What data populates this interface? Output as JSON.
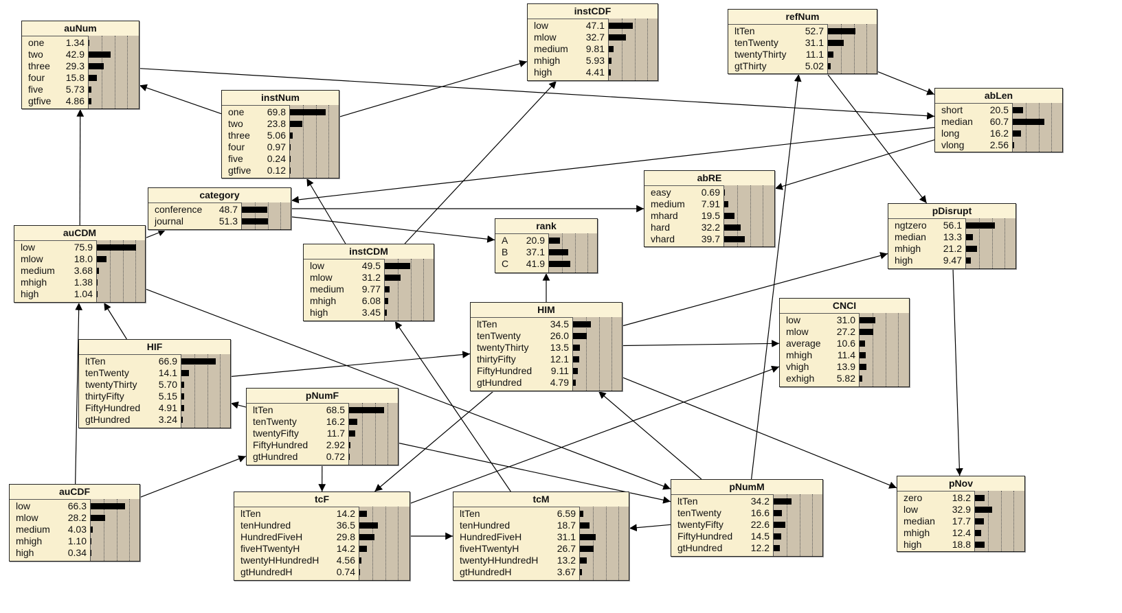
{
  "nodes": [
    {
      "id": "auNum",
      "title": "auNum",
      "states": [
        [
          "one",
          "1.34"
        ],
        [
          "two",
          "42.9"
        ],
        [
          "three",
          "29.3"
        ],
        [
          "four",
          "15.8"
        ],
        [
          "five",
          "5.73"
        ],
        [
          "gtfive",
          "4.86"
        ]
      ]
    },
    {
      "id": "instNum",
      "title": "instNum",
      "states": [
        [
          "one",
          "69.8"
        ],
        [
          "two",
          "23.8"
        ],
        [
          "three",
          "5.06"
        ],
        [
          "four",
          "0.97"
        ],
        [
          "five",
          "0.24"
        ],
        [
          "gtfive",
          "0.12"
        ]
      ]
    },
    {
      "id": "instCDF",
      "title": "instCDF",
      "states": [
        [
          "low",
          "47.1"
        ],
        [
          "mlow",
          "32.7"
        ],
        [
          "medium",
          "9.81"
        ],
        [
          "mhigh",
          "5.93"
        ],
        [
          "high",
          "4.41"
        ]
      ]
    },
    {
      "id": "refNum",
      "title": "refNum",
      "states": [
        [
          "ltTen",
          "52.7"
        ],
        [
          "tenTwenty",
          "31.1"
        ],
        [
          "twentyThirty",
          "11.1"
        ],
        [
          "gtThirty",
          "5.02"
        ]
      ]
    },
    {
      "id": "abLen",
      "title": "abLen",
      "states": [
        [
          "short",
          "20.5"
        ],
        [
          "median",
          "60.7"
        ],
        [
          "long",
          "16.2"
        ],
        [
          "vlong",
          "2.56"
        ]
      ]
    },
    {
      "id": "category",
      "title": "category",
      "states": [
        [
          "conference",
          "48.7"
        ],
        [
          "journal",
          "51.3"
        ]
      ]
    },
    {
      "id": "abRE",
      "title": "abRE",
      "states": [
        [
          "easy",
          "0.69"
        ],
        [
          "medium",
          "7.91"
        ],
        [
          "mhard",
          "19.5"
        ],
        [
          "hard",
          "32.2"
        ],
        [
          "vhard",
          "39.7"
        ]
      ]
    },
    {
      "id": "pDisrupt",
      "title": "pDisrupt",
      "states": [
        [
          "ngtzero",
          "56.1"
        ],
        [
          "median",
          "13.3"
        ],
        [
          "mhigh",
          "21.2"
        ],
        [
          "high",
          "9.47"
        ]
      ]
    },
    {
      "id": "auCDM",
      "title": "auCDM",
      "states": [
        [
          "low",
          "75.9"
        ],
        [
          "mlow",
          "18.0"
        ],
        [
          "medium",
          "3.68"
        ],
        [
          "mhigh",
          "1.38"
        ],
        [
          "high",
          "1.04"
        ]
      ]
    },
    {
      "id": "rank",
      "title": "rank",
      "states": [
        [
          "A",
          "20.9"
        ],
        [
          "B",
          "37.1"
        ],
        [
          "C",
          "41.9"
        ]
      ]
    },
    {
      "id": "instCDM",
      "title": "instCDM",
      "states": [
        [
          "low",
          "49.5"
        ],
        [
          "mlow",
          "31.2"
        ],
        [
          "medium",
          "9.77"
        ],
        [
          "mhigh",
          "6.08"
        ],
        [
          "high",
          "3.45"
        ]
      ]
    },
    {
      "id": "HIM",
      "title": "HIM",
      "states": [
        [
          "ltTen",
          "34.5"
        ],
        [
          "tenTwenty",
          "26.0"
        ],
        [
          "twentyThirty",
          "13.5"
        ],
        [
          "thirtyFifty",
          "12.1"
        ],
        [
          "FiftyHundred",
          "9.11"
        ],
        [
          "gtHundred",
          "4.79"
        ]
      ]
    },
    {
      "id": "CNCI",
      "title": "CNCI",
      "states": [
        [
          "low",
          "31.0"
        ],
        [
          "mlow",
          "27.2"
        ],
        [
          "average",
          "10.6"
        ],
        [
          "mhigh",
          "11.4"
        ],
        [
          "vhigh",
          "13.9"
        ],
        [
          "exhigh",
          "5.82"
        ]
      ]
    },
    {
      "id": "HIF",
      "title": "HIF",
      "states": [
        [
          "ltTen",
          "66.9"
        ],
        [
          "tenTwenty",
          "14.1"
        ],
        [
          "twentyThirty",
          "5.70"
        ],
        [
          "thirtyFifty",
          "5.15"
        ],
        [
          "FiftyHundred",
          "4.91"
        ],
        [
          "gtHundred",
          "3.24"
        ]
      ]
    },
    {
      "id": "pNumF",
      "title": "pNumF",
      "states": [
        [
          "ltTen",
          "68.5"
        ],
        [
          "tenTwenty",
          "16.2"
        ],
        [
          "twentyFifty",
          "11.7"
        ],
        [
          "FiftyHundred",
          "2.92"
        ],
        [
          "gtHundred",
          "0.72"
        ]
      ]
    },
    {
      "id": "auCDF",
      "title": "auCDF",
      "states": [
        [
          "low",
          "66.3"
        ],
        [
          "mlow",
          "28.2"
        ],
        [
          "medium",
          "4.03"
        ],
        [
          "mhigh",
          "1.10"
        ],
        [
          "high",
          "0.34"
        ]
      ]
    },
    {
      "id": "tcF",
      "title": "tcF",
      "states": [
        [
          "ltTen",
          "14.2"
        ],
        [
          "tenHundred",
          "36.5"
        ],
        [
          "HundredFiveH",
          "29.8"
        ],
        [
          "fiveHTwentyH",
          "14.2"
        ],
        [
          "twentyHHundredH",
          "4.56"
        ],
        [
          "gtHundredH",
          "0.74"
        ]
      ]
    },
    {
      "id": "tcM",
      "title": "tcM",
      "states": [
        [
          "ltTen",
          "6.59"
        ],
        [
          "tenHundred",
          "18.7"
        ],
        [
          "HundredFiveH",
          "31.1"
        ],
        [
          "fiveHTwentyH",
          "26.7"
        ],
        [
          "twentyHHundredH",
          "13.2"
        ],
        [
          "gtHundredH",
          "3.67"
        ]
      ]
    },
    {
      "id": "pNumM",
      "title": "pNumM",
      "states": [
        [
          "ltTen",
          "34.2"
        ],
        [
          "tenTwenty",
          "16.6"
        ],
        [
          "twentyFifty",
          "22.6"
        ],
        [
          "FiftyHundred",
          "14.5"
        ],
        [
          "gtHundred",
          "12.2"
        ]
      ]
    },
    {
      "id": "pNov",
      "title": "pNov",
      "states": [
        [
          "zero",
          "18.2"
        ],
        [
          "low",
          "32.9"
        ],
        [
          "median",
          "17.7"
        ],
        [
          "mhigh",
          "12.4"
        ],
        [
          "high",
          "18.8"
        ]
      ]
    }
  ],
  "edges": [
    [
      "instNum",
      "auNum"
    ],
    [
      "instNum",
      "instCDF"
    ],
    [
      "auNum",
      "abLen"
    ],
    [
      "refNum",
      "abLen"
    ],
    [
      "refNum",
      "pDisrupt"
    ],
    [
      "abLen",
      "abRE"
    ],
    [
      "abLen",
      "category"
    ],
    [
      "category",
      "abRE"
    ],
    [
      "category",
      "rank"
    ],
    [
      "auCDM",
      "auNum"
    ],
    [
      "auCDM",
      "category"
    ],
    [
      "auCDM",
      "pNumM"
    ],
    [
      "instCDM",
      "instNum"
    ],
    [
      "instCDM",
      "instCDF"
    ],
    [
      "HIM",
      "rank"
    ],
    [
      "HIM",
      "pDisrupt"
    ],
    [
      "HIM",
      "CNCI"
    ],
    [
      "HIM",
      "pNov"
    ],
    [
      "HIM",
      "tcF"
    ],
    [
      "HIF",
      "HIM"
    ],
    [
      "HIF",
      "auCDM"
    ],
    [
      "pNumF",
      "HIF"
    ],
    [
      "pNumF",
      "tcF"
    ],
    [
      "pNumF",
      "pNumM"
    ],
    [
      "auCDF",
      "auCDM"
    ],
    [
      "auCDF",
      "pNumF"
    ],
    [
      "tcF",
      "tcM"
    ],
    [
      "tcF",
      "CNCI"
    ],
    [
      "tcM",
      "instCDM"
    ],
    [
      "pNumM",
      "tcM"
    ],
    [
      "pNumM",
      "HIM"
    ],
    [
      "pNumM",
      "refNum"
    ],
    [
      "pDisrupt",
      "pNov"
    ]
  ]
}
